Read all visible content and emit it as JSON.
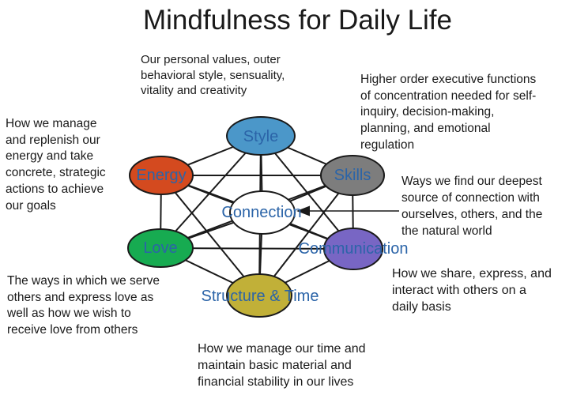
{
  "title": "Mindfulness for Daily Life",
  "colors": {
    "node_label_blue": "#2B64A8",
    "edge_black": "#1A1A1A",
    "background": "#FFFFFF"
  },
  "nodes": [
    {
      "id": "style",
      "label": "Style",
      "color": "#4B97C9"
    },
    {
      "id": "energy",
      "label": "Energy",
      "color": "#D44A1F"
    },
    {
      "id": "skills",
      "label": "Skills",
      "color": "#7D7D7D"
    },
    {
      "id": "connection",
      "label": "Connection",
      "color": "#FFFFFF"
    },
    {
      "id": "love",
      "label": "Love",
      "color": "#17AB51"
    },
    {
      "id": "communication",
      "label": "Communication",
      "color": "#7866C4"
    },
    {
      "id": "structure_time",
      "label": "Structure & Time",
      "color": "#C1B038"
    }
  ],
  "descriptions": {
    "style": "Our personal values, outer\nbehavioral style, sensuality,\nvitality and creativity",
    "skills": "Higher order executive functions\nof concentration needed for self-\ninquiry, decision-making,\nplanning, and emotional\nregulation",
    "energy": "How we manage\nand replenish our\nenergy and take\nconcrete, strategic\nactions to achieve\nour goals",
    "connection": "Ways we find our deepest\nsource of connection with\nourselves, others, and the\nthe natural world",
    "love": "The ways in which we serve\nothers and express love as\nwell as how we wish to\nreceive love from others",
    "communication": "How we share, express, and\ninteract with others on a\ndaily basis",
    "structure_time": "How we manage our time and\nmaintain basic material and\nfinancial stability in our lives"
  }
}
